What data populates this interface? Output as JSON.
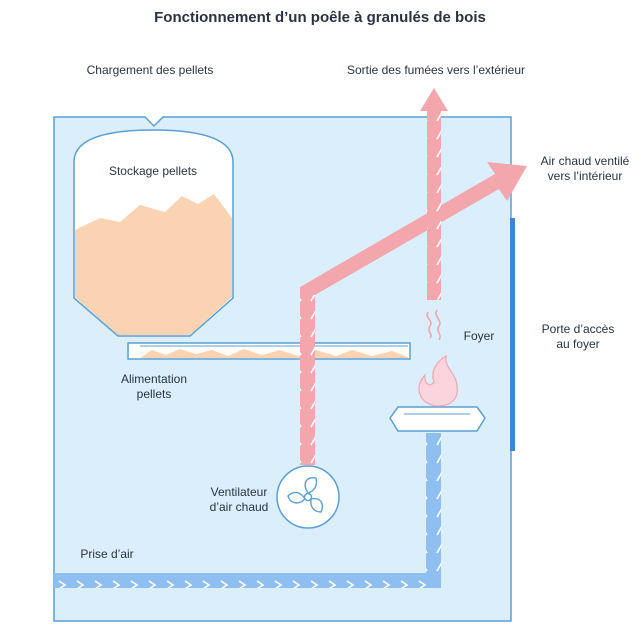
{
  "title": "Fonctionnement d’un poêle à granulés de bois",
  "labels": {
    "chargement": "Chargement des pellets",
    "sortie_fumees": "Sortie des fumées vers l’extérieur",
    "air_chaud_1": "Air chaud ventilé",
    "air_chaud_2": "vers l’intérieur",
    "stockage": "Stockage pellets",
    "foyer": "Foyer",
    "porte_1": "Porte d’accès",
    "porte_2": "au foyer",
    "alimentation_1": "Alimentation",
    "alimentation_2": "pellets",
    "ventilateur_1": "Ventilateur",
    "ventilateur_2": "d’air chaud",
    "prise_air": "Prise d’air"
  },
  "icons": [
    "fan-icon",
    "flame-icon",
    "smoke-icon",
    "chevron-icon"
  ],
  "colors": {
    "stove_fill": "#dbeefc",
    "stove_stroke": "#5b9fd6",
    "hot_air": "#f4a6ad",
    "cold_air": "#8fbff0",
    "pellets": "#f9d3b2",
    "text": "#2b3340"
  }
}
